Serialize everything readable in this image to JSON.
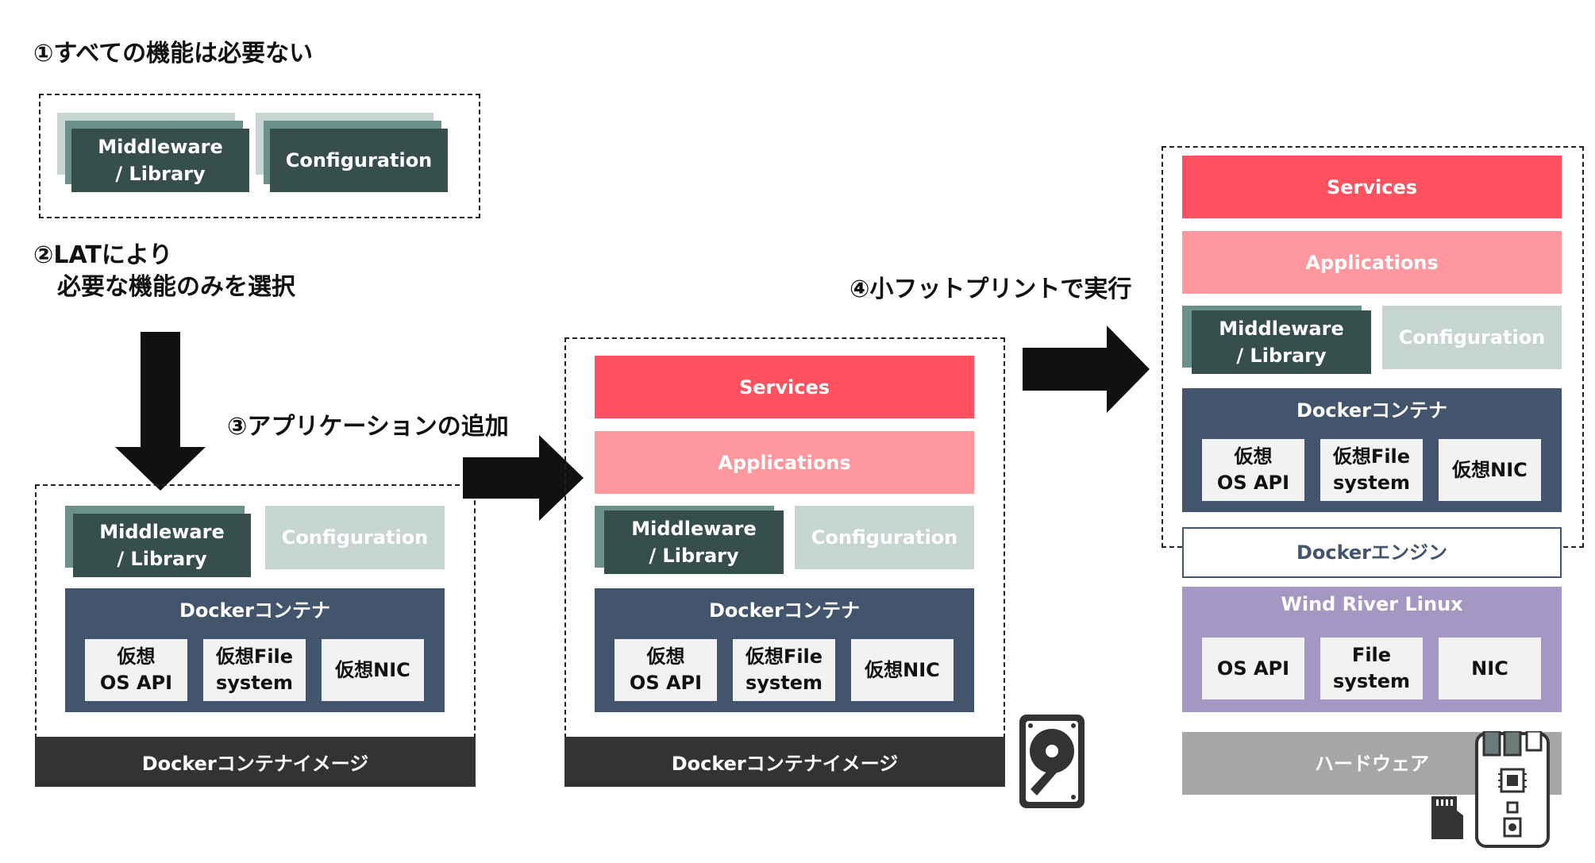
{
  "steps": {
    "s1": "①すべての機能は必要ない",
    "s2": "②LATにより\n　必要な機能のみを選択",
    "s3": "③アプリケーションの追加",
    "s4": "④小フットプリントで実行"
  },
  "labels": {
    "services": "Services",
    "applications": "Applications",
    "middleware": "Middleware\n/ Library",
    "configuration": "Configuration",
    "docker_container": "Dockerコンテナ",
    "virtual_os_api": "仮想\nOS API",
    "virtual_file_system": "仮想File\nsystem",
    "virtual_nic": "仮想NIC",
    "docker_image": "Dockerコンテナイメージ",
    "docker_engine": "Dockerエンジン",
    "wind_river_linux": "Wind River Linux",
    "os_api": "OS API",
    "file_system": "File\nsystem",
    "nic": "NIC",
    "hardware": "ハードウェア"
  },
  "colors": {
    "services": "#ff515f",
    "applications": "#ff979e",
    "middleware": "#374f4c",
    "configuration_unselected": "#c7d5d2",
    "docker_container": "#43546d",
    "wind_river_linux": "#a497c4",
    "hardware": "#a6a6a6",
    "image_bar": "#333333"
  },
  "icons": [
    "hard-disk-icon",
    "sd-card-icon",
    "board-device-icon"
  ]
}
